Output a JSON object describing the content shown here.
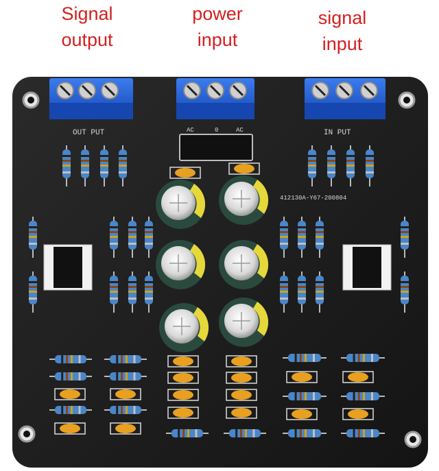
{
  "labels": {
    "signal_output": [
      "Signal",
      "output"
    ],
    "power_input": [
      "power",
      "input"
    ],
    "signal_input": [
      "signal",
      "input"
    ]
  },
  "silkscreen": {
    "out_put": "OUT PUT",
    "in_put": "IN PUT",
    "board_code": "412130A-Y67-200804",
    "ac_left": "AC",
    "ac_mid": "0",
    "ac_right": "AC"
  },
  "colors": {
    "label_red": "#d42020",
    "pcb": "#1e1e1e",
    "terminal_blue": "#1f5fd8",
    "resistor_blue": "#4a86c8",
    "capacitor_yellow": "#e8a020",
    "electrolytic_green": "#2a4a3e"
  }
}
